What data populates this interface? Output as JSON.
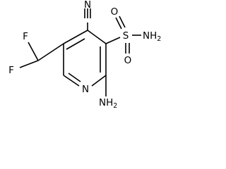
{
  "atoms": {
    "nitrile_n": "N",
    "fluorine_top": "F",
    "fluorine_bottom": "F",
    "sulfur": "S",
    "oxygen_left": "O",
    "oxygen_right": "O",
    "sulfonamide_n": "NH",
    "sulfonamide_h_count": "2",
    "ring_n": "N",
    "amino_n": "NH",
    "amino_h_count": "2"
  }
}
